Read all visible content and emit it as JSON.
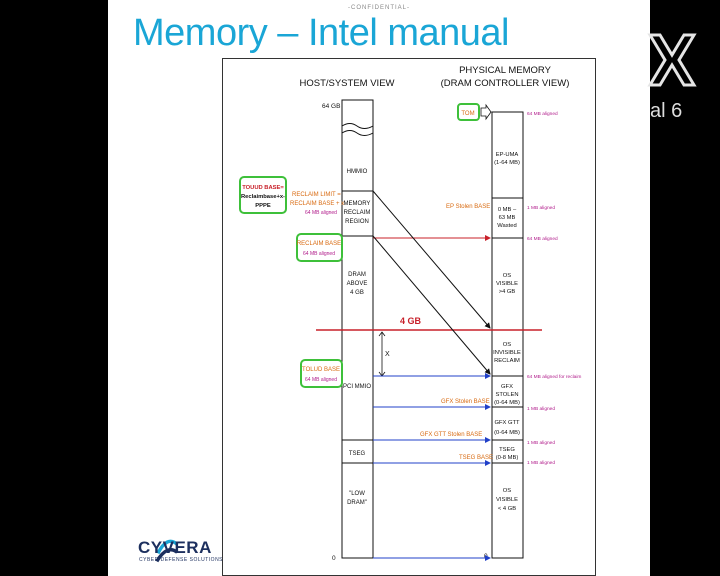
{
  "slide": {
    "confidential": "-CONFIDENTIAL-",
    "title": "Memory – Intel manual"
  },
  "diagram": {
    "host_header": "HOST/SYSTEM VIEW",
    "phys_header_1": "PHYSICAL MEMORY",
    "phys_header_2": "(DRAM CONTROLLER VIEW)",
    "label_64gb": "64 GB",
    "label_0": "0",
    "label_0_right": "0",
    "label_4gb": "4 GB",
    "label_x": "X",
    "host_regions": {
      "hmmio": "HMMIO",
      "memory_reclaim_1": "MEMORY",
      "memory_reclaim_2": "RECLAIM",
      "memory_reclaim_3": "REGION",
      "dram_above_1": "DRAM",
      "dram_above_2": "ABOVE",
      "dram_above_3": "4 GB",
      "pci_mmio": "PCI MMIO",
      "tseg": "TSEG",
      "low_dram_1": "\"LOW",
      "low_dram_2": "DRAM\""
    },
    "phys_regions": {
      "ep_uma_1": "EP-UMA",
      "ep_uma_2": "(1-64 MB)",
      "wasted_1": "0 MB –",
      "wasted_2": "63 MB",
      "wasted_3": "Wasted",
      "os_visible_high_1": "OS",
      "os_visible_high_2": "VISIBLE",
      "os_visible_high_3": ">4 GB",
      "os_invisible_1": "OS",
      "os_invisible_2": "INVISIBLE",
      "os_invisible_3": "RECLAIM",
      "gfx_stolen_1": "GFX",
      "gfx_stolen_2": "STOLEN",
      "gfx_stolen_3": "(0-64 MB)",
      "gfx_gtt_1": "GFX GTT",
      "gfx_gtt_2": "(0-64 MB)",
      "tseg_phys_1": "TSEG",
      "tseg_phys_2": "(0-8 MB)",
      "os_visible_low_1": "OS",
      "os_visible_low_2": "VISIBLE",
      "os_visible_low_3": "< 4 GB"
    },
    "callouts": {
      "touud_1": "TOUUD BASE=",
      "touud_2": "Reclaimbase+x-",
      "touud_3": "PPPE",
      "reclaim_limit_1": "RECLAIM LIMIT =",
      "reclaim_limit_2": "RECLAIM BASE + x",
      "reclaim_limit_3": "64 MB aligned",
      "reclaim_base_1": "RECLAIM BASE",
      "reclaim_base_2": "64 MB aligned",
      "tolud_1": "TOLUD BASE",
      "tolud_2": "64 MB aligned",
      "tom": "TOM",
      "ep_stolen_base": "EP Stolen BASE",
      "gfx_stolen_base": "GFX Stolen BASE",
      "gfx_gtt_stolen_base": "GFX GTT Stolen BASE",
      "tseg_base": "TSEG BASE"
    },
    "alignment_notes": {
      "tom": "64 MB aligned",
      "ep": "1 MB aligned",
      "reclaim": "64 MB aligned",
      "reclaim_base": "64 MB aligned for reclaim",
      "gfx_stolen": "1 MB aligned",
      "gfx_gtt": "1 MB aligned",
      "tseg": "1 MB aligned"
    }
  },
  "branding": {
    "logo_text": "CYVERA",
    "logo_sub": "CYBER DEFENSE SOLUTIONS",
    "right_text": "al 6"
  },
  "colors": {
    "title": "#1aa6d6",
    "callout_orange": "#d86a10",
    "aligned_magenta": "#b01a8a",
    "green_box": "#3ec03a",
    "arrow_blue": "#2040c8",
    "line_red": "#c8202a"
  }
}
